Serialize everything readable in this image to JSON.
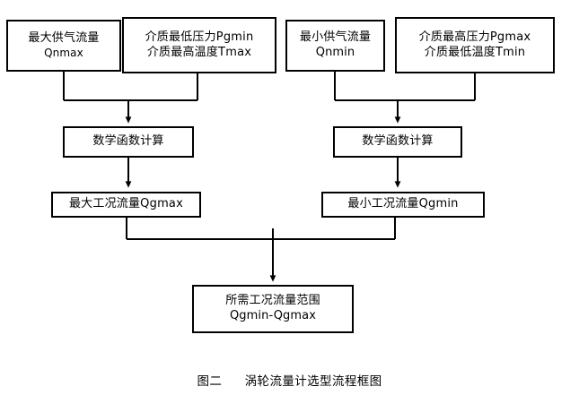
{
  "figure": {
    "caption_label": "图二",
    "caption_title": "涡轮流量计选型流程框图",
    "type": "flowchart",
    "line_color": "#000000",
    "box_fill": "#ffffff",
    "background": "#ffffff"
  },
  "nodes": {
    "max_supply_flow": {
      "line1": "最大供气流量",
      "line2": "Qnmax"
    },
    "medium_min_pressure_max_temp": {
      "line1": "介质最低压力Pgmin",
      "line2": "介质最高温度Tmax"
    },
    "min_supply_flow": {
      "line1": "最小供气流量",
      "line2": "Qnmin"
    },
    "medium_max_pressure_min_temp": {
      "line1": "介质最高压力Pgmax",
      "line2": "介质最低温度Tmin"
    },
    "math_calc_left": {
      "line1": "数学函数计算"
    },
    "math_calc_right": {
      "line1": "数学函数计算"
    },
    "max_working_flow": {
      "line1": "最大工况流量Qgmax"
    },
    "min_working_flow": {
      "line1": "最小工况流量Qgmin"
    },
    "required_flow_range": {
      "line1": "所需工况流量范围",
      "line2": "Qgmin-Qgmax"
    }
  },
  "connectors": [
    {
      "from": "max_supply_flow",
      "to": "math_calc_left",
      "style": "elbow-merge"
    },
    {
      "from": "medium_min_pressure_max_temp",
      "to": "math_calc_left",
      "style": "elbow-merge"
    },
    {
      "from": "min_supply_flow",
      "to": "math_calc_right",
      "style": "elbow-merge"
    },
    {
      "from": "medium_max_pressure_min_temp",
      "to": "math_calc_right",
      "style": "elbow-merge"
    },
    {
      "from": "math_calc_left",
      "to": "max_working_flow",
      "style": "straight-arrow"
    },
    {
      "from": "math_calc_right",
      "to": "min_working_flow",
      "style": "straight-arrow"
    },
    {
      "from": "max_working_flow",
      "to": "required_flow_range",
      "style": "elbow-merge"
    },
    {
      "from": "min_working_flow",
      "to": "required_flow_range",
      "style": "elbow-merge"
    }
  ]
}
